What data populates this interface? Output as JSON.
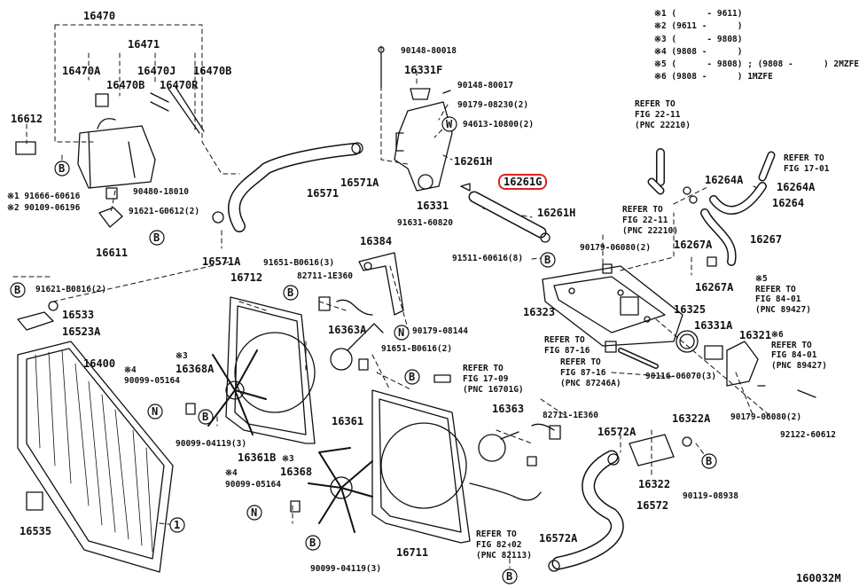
{
  "colors": {
    "ink": "#111111",
    "highlight": "#d22222"
  },
  "legend": [
    "※1 (      - 9611)",
    "※2 (9611 -      )",
    "※3 (      - 9808)",
    "※4 (9808 -      )",
    "※5 (      - 9808) ; (9808 -      ) 2MZFE",
    "※6 (9808 -      ) 1MZFE"
  ],
  "parts": {
    "p16470": "16470",
    "p16471": "16471",
    "p16470A": "16470A",
    "p16470J": "16470J",
    "p16470B_top": "16470B",
    "p16470B": "16470B",
    "p16470R": "16470R",
    "p16612": "16612",
    "p91666_60616": "※1 91666-60616",
    "p90109_06196": "※2 90109-06196",
    "p90480_18010": "90480-18010",
    "p91621_G0612": "91621-G0612(2)",
    "p16611": "16611",
    "p16571": "16571",
    "p16571A_1": "16571A",
    "p16571A_2": "16571A",
    "p90148_80018": "90148-80018",
    "p16331F": "16331F",
    "p90148_80017": "90148-80017",
    "p90179_08230": "90179-08230(2)",
    "p94613_10800": "94613-10800(2)",
    "p16261H_1": "16261H",
    "p16261H_2": "16261H",
    "p16261G": "16261G",
    "p16331": "16331",
    "p91631_60820": "91631-60820",
    "p91511_60616": "91511-60616(8)",
    "p91621_B0816": "91621-B0816(2)",
    "p16533": "16533",
    "p16523A": "16523A",
    "p16400": "16400",
    "p16535": "16535",
    "p16712": "16712",
    "p91651_B0616_3": "91651-B0616(3)",
    "p82711_1E360_1": "82711-1E360",
    "p16384": "16384",
    "p90179_08144": "90179-08144",
    "p16363A": "16363A",
    "p91651_B0616_2": "91651-B0616(2)",
    "p90099_05164_1": "90099-05164",
    "p16368A": "16368A",
    "p90099_04119_1": "90099-04119(3)",
    "p16361B": "16361B",
    "p90099_05164_2": "90099-05164",
    "p16368": "16368",
    "p16361": "16361",
    "p90099_04119_2": "90099-04119(3)",
    "p16711": "16711",
    "p16363": "16363",
    "p82711_1E360_2": "82711-1E360",
    "p16323": "16323",
    "p16325": "16325",
    "p90179_06080_1": "90179-06080(2)",
    "p16264A_1": "16264A",
    "p16264A_2": "16264A",
    "p16264": "16264",
    "p16267A_1": "16267A",
    "p16267": "16267",
    "p16267A_2": "16267A",
    "p16331A": "16331A",
    "p16321": "16321",
    "p90116_06070": "90116-06070(3)",
    "p90179_06080_2": "90179-06080(2)",
    "p92122_60612": "92122-60612",
    "p16322A": "16322A",
    "p16572A_1": "16572A",
    "p16322": "16322",
    "p90119_08938": "90119-08938",
    "p16572": "16572",
    "p16572A_2": "16572A",
    "fig_id": "160032M"
  },
  "refs": {
    "r22_11a": [
      "REFER TO",
      "FIG 22-11",
      "(PNC 22210)"
    ],
    "r22_11b": [
      "REFER TO",
      "FIG 22-11",
      "(PNC 22210)"
    ],
    "r17_01": [
      "REFER TO",
      "FIG 17-01"
    ],
    "r84_01a": [
      "※5",
      "REFER TO",
      "FIG 84-01",
      "(PNC 89427)"
    ],
    "r84_01b": [
      "※6",
      "REFER TO",
      "FIG 84-01",
      "(PNC 89427)"
    ],
    "r87_16a": [
      "REFER TO",
      "FIG 87-16"
    ],
    "r87_16b": [
      "REFER TO",
      "FIG 87-16",
      "(PNC 87246A)"
    ],
    "r17_09": [
      "REFER TO",
      "FIG 17-09",
      "(PNC 16701G)"
    ],
    "r82_02": [
      "REFER TO",
      "FIG 82-02",
      "(PNC 82113)"
    ]
  },
  "markers": {
    "b": "B",
    "n": "N",
    "w": "W",
    "one": "1",
    "star3a": "※3",
    "star4a": "※4",
    "star3b": "※3",
    "star4b": "※4"
  }
}
